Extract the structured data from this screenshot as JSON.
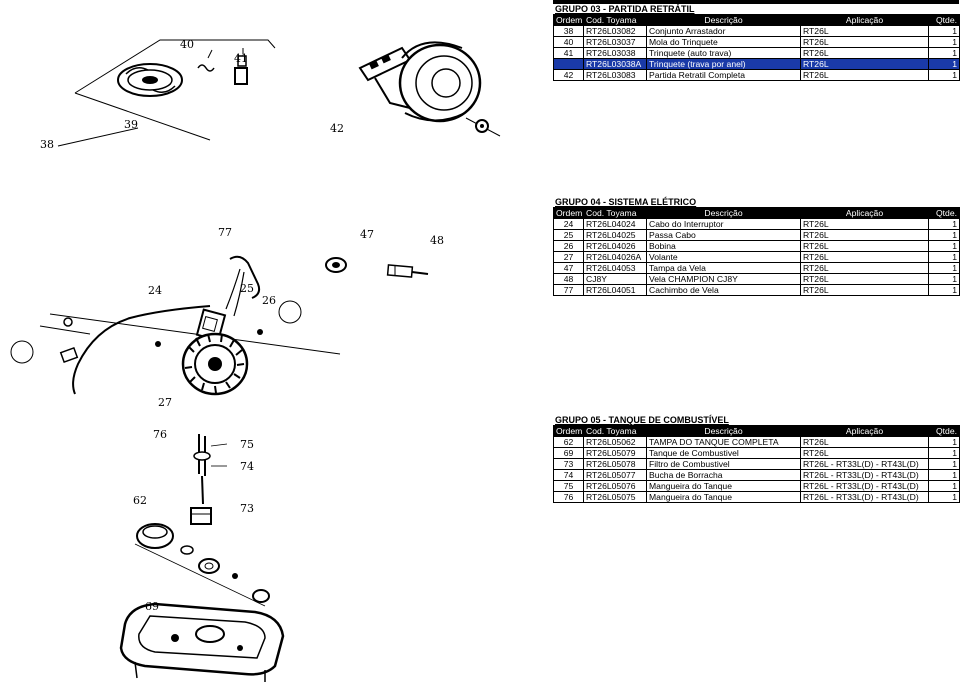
{
  "columns": {
    "ordem": "Ordem",
    "cod": "Cod. Toyama",
    "desc": "Descrição",
    "apl": "Aplicação",
    "qtd": "Qtde."
  },
  "groups": [
    {
      "title": "GRUPO 03 - PARTIDA RETRÁTIL",
      "rows": [
        {
          "ordem": "38",
          "cod": "RT26L03082",
          "desc": "Conjunto Arrastador",
          "apl": "RT26L",
          "qtd": "1"
        },
        {
          "ordem": "40",
          "cod": "RT26L03037",
          "desc": "Mola do Trinquete",
          "apl": "RT26L",
          "qtd": "1"
        },
        {
          "ordem": "41",
          "cod": "RT26L03038",
          "desc": "Trinquete (auto trava)",
          "apl": "RT26L",
          "qtd": "1"
        },
        {
          "ordem": "",
          "cod": "RT26L03038A",
          "desc": "Trinquete (trava por anel)",
          "apl": "RT26L",
          "qtd": "1"
        },
        {
          "ordem": "42",
          "cod": "RT26L03083",
          "desc": "Partida Retratil Completa",
          "apl": "RT26L",
          "qtd": "1"
        }
      ],
      "diagram_labels": [
        "40",
        "41",
        "39",
        "38",
        "42"
      ]
    },
    {
      "title": "GRUPO 04 - SISTEMA ELÉTRICO",
      "rows": [
        {
          "ordem": "24",
          "cod": "RT26L04024",
          "desc": "Cabo do Interruptor",
          "apl": "RT26L",
          "qtd": "1"
        },
        {
          "ordem": "25",
          "cod": "RT26L04025",
          "desc": "Passa Cabo",
          "apl": "RT26L",
          "qtd": "1"
        },
        {
          "ordem": "26",
          "cod": "RT26L04026",
          "desc": "Bobina",
          "apl": "RT26L",
          "qtd": "1"
        },
        {
          "ordem": "27",
          "cod": "RT26L04026A",
          "desc": "Volante",
          "apl": "RT26L",
          "qtd": "1"
        },
        {
          "ordem": "47",
          "cod": "RT26L04053",
          "desc": "Tampa da Vela",
          "apl": "RT26L",
          "qtd": "1"
        },
        {
          "ordem": "48",
          "cod": "CJ8Y",
          "desc": "Vela CHAMPION CJ8Y",
          "apl": "RT26L",
          "qtd": "1"
        },
        {
          "ordem": "77",
          "cod": "RT26L04051",
          "desc": "Cachimbo de Vela",
          "apl": "RT26L",
          "qtd": "1"
        }
      ],
      "diagram_labels": [
        "77",
        "47",
        "48",
        "24",
        "25",
        "26",
        "27"
      ]
    },
    {
      "title": "GRUPO 05 - TANQUE DE COMBUSTÍVEL",
      "rows": [
        {
          "ordem": "62",
          "cod": "RT26L05062",
          "desc": "TAMPA DO TANQUE COMPLETA",
          "apl": "RT26L",
          "qtd": "1"
        },
        {
          "ordem": "69",
          "cod": "RT26L05079",
          "desc": "Tanque de Combustivel",
          "apl": "RT26L",
          "qtd": "1"
        },
        {
          "ordem": "73",
          "cod": "RT26L05078",
          "desc": "Filtro de Combustivel",
          "apl": "RT26L - RT33L(D) - RT43L(D)",
          "qtd": "1"
        },
        {
          "ordem": "74",
          "cod": "RT26L05077",
          "desc": "Bucha de Borracha",
          "apl": "RT26L - RT33L(D) - RT43L(D)",
          "qtd": "1"
        },
        {
          "ordem": "75",
          "cod": "RT26L05076",
          "desc": "Mangueira do Tanque",
          "apl": "RT26L - RT33L(D) - RT43L(D)",
          "qtd": "1"
        },
        {
          "ordem": "76",
          "cod": "RT26L05075",
          "desc": "Mangueira do Tanque",
          "apl": "RT26L - RT33L(D) - RT43L(D)",
          "qtd": "1"
        }
      ],
      "diagram_labels": [
        "76",
        "75",
        "74",
        "62",
        "73",
        "69"
      ]
    }
  ]
}
